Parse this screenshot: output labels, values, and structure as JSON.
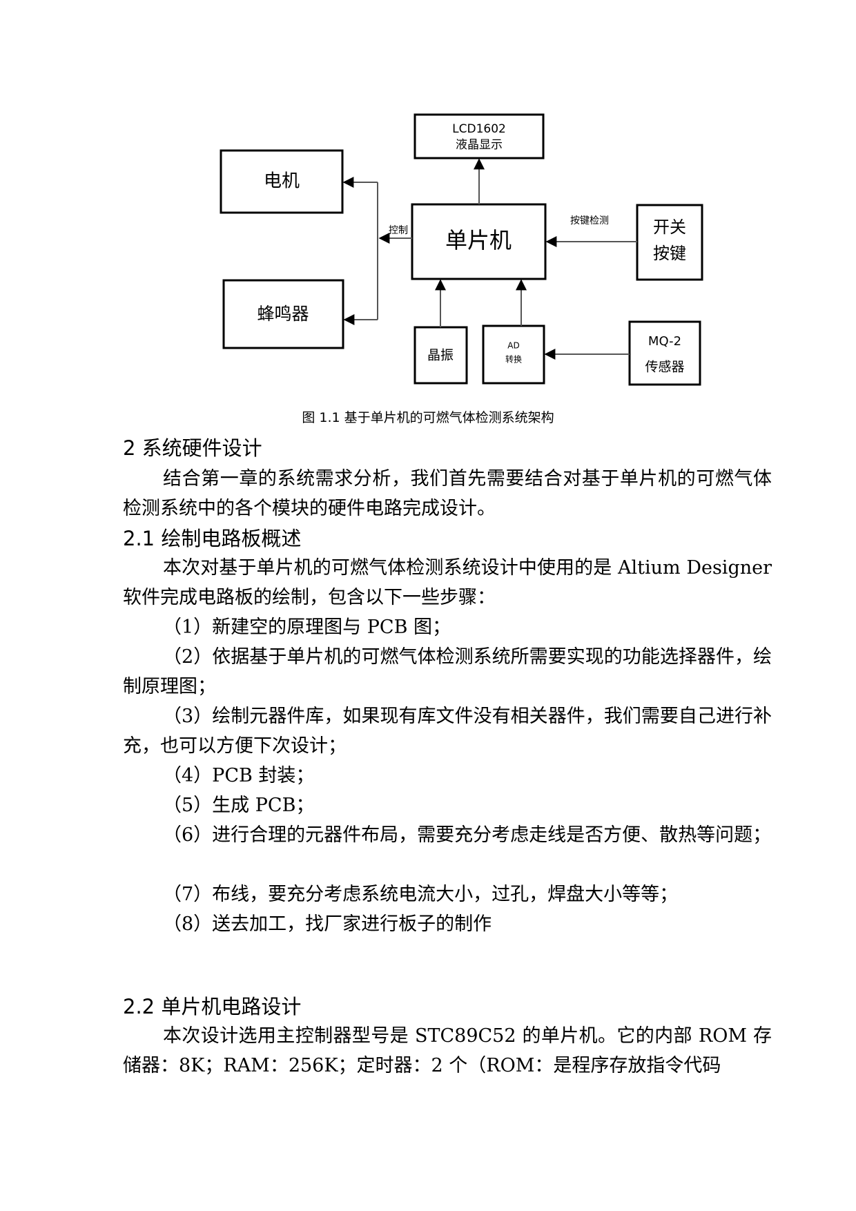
{
  "diagram": {
    "lcd_line1": "LCD1602",
    "lcd_line2": "液晶显示",
    "motor": "电机",
    "buzzer": "蜂鸣器",
    "mcu": "单片机",
    "switch_line1": "开关",
    "switch_line2": "按键",
    "crystal": "晶振",
    "ad_line1": "AD",
    "ad_line2": "转换",
    "sensor_line1": "MQ-2",
    "sensor_line2": "传感器",
    "control_label": "控制",
    "key_detect_label": "按键检测"
  },
  "caption": "图 1.1 基于单片机的可燃气体检测系统架构",
  "section2": {
    "heading": "2  系统硬件设计",
    "para": "结合第一章的系统需求分析，我们首先需要结合对基于单片机的可燃气体检测系统中的各个模块的硬件电路完成设计。"
  },
  "section21": {
    "heading": "2.1 绘制电路板概述",
    "intro": "本次对基于单片机的可燃气体检测系统设计中使用的是 Altium Designer 软件完成电路板的绘制，包含以下一些步骤：",
    "steps": [
      "（1）新建空的原理图与 PCB 图；",
      "（2）依据基于单片机的可燃气体检测系统所需要实现的功能选择器件，绘制原理图；",
      "（3）绘制元器件库，如果现有库文件没有相关器件，我们需要自己进行补充，也可以方便下次设计；",
      "（4）PCB 封装；",
      "（5）生成 PCB；",
      "（6）进行合理的元器件布局，需要充分考虑走线是否方便、散热等问题；",
      "（7）布线，要充分考虑系统电流大小，过孔，焊盘大小等等；",
      "（8）送去加工，找厂家进行板子的制作"
    ]
  },
  "section22": {
    "heading": "2.2 单片机电路设计",
    "para": "本次设计选用主控制器型号是 STC89C52 的单片机。它的内部 ROM 存储器：8K；RAM：256K；定时器：2 个（ROM：是程序存放指令代码"
  }
}
